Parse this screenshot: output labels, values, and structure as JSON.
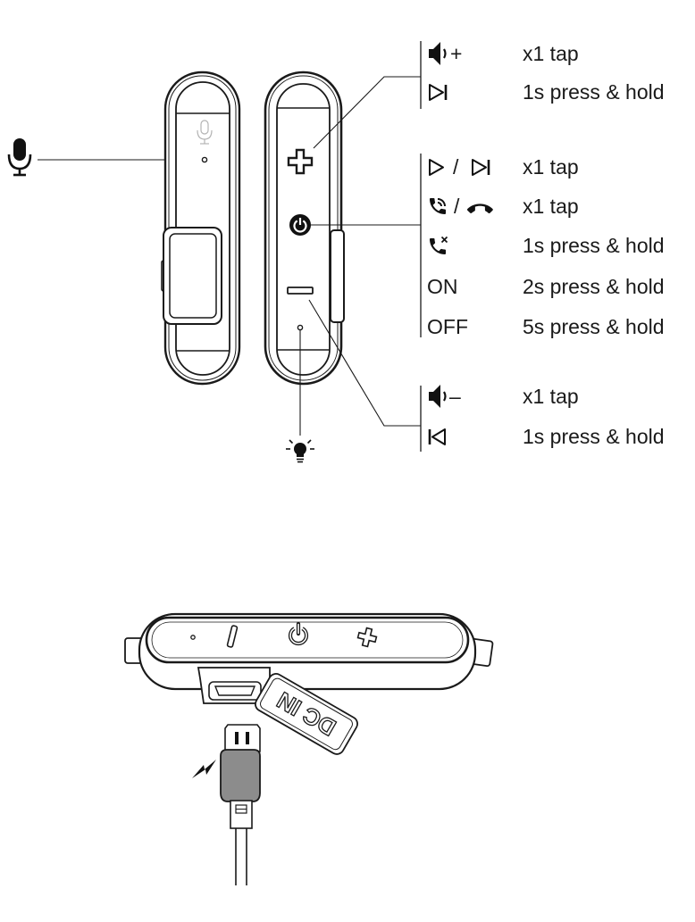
{
  "legend": {
    "volume_up": {
      "suffix": "+",
      "action": "x1 tap"
    },
    "next_track": {
      "action": "1s press & hold"
    },
    "play_pause": {
      "separator": "/",
      "action": "x1 tap"
    },
    "answer_end_call": {
      "separator": "/",
      "action": "x1 tap"
    },
    "reject_call": {
      "action": "1s press & hold"
    },
    "power_on": {
      "label": "ON",
      "action": "2s press & hold"
    },
    "power_off": {
      "label": "OFF",
      "action": "5s press & hold"
    },
    "volume_down": {
      "suffix": "–",
      "action": "x1 tap"
    },
    "previous_track": {
      "action": "1s press & hold"
    }
  },
  "charging": {
    "port_label": "DC IN"
  },
  "icons": {
    "microphone": "microphone-icon",
    "led": "led-indicator-icon",
    "volume_up": "volume-up-icon",
    "next": "next-track-icon",
    "play": "play-icon",
    "answer": "phone-talk-icon",
    "hang_up": "hang-up-icon",
    "reject": "reject-call-icon",
    "volume_down": "volume-down-icon",
    "previous": "previous-track-icon",
    "charging": "lightning-icon"
  },
  "colors": {
    "ink": "#1a1a1a",
    "plug_body": "#8c8c8c",
    "faint_mic": "#b3b3b3"
  }
}
